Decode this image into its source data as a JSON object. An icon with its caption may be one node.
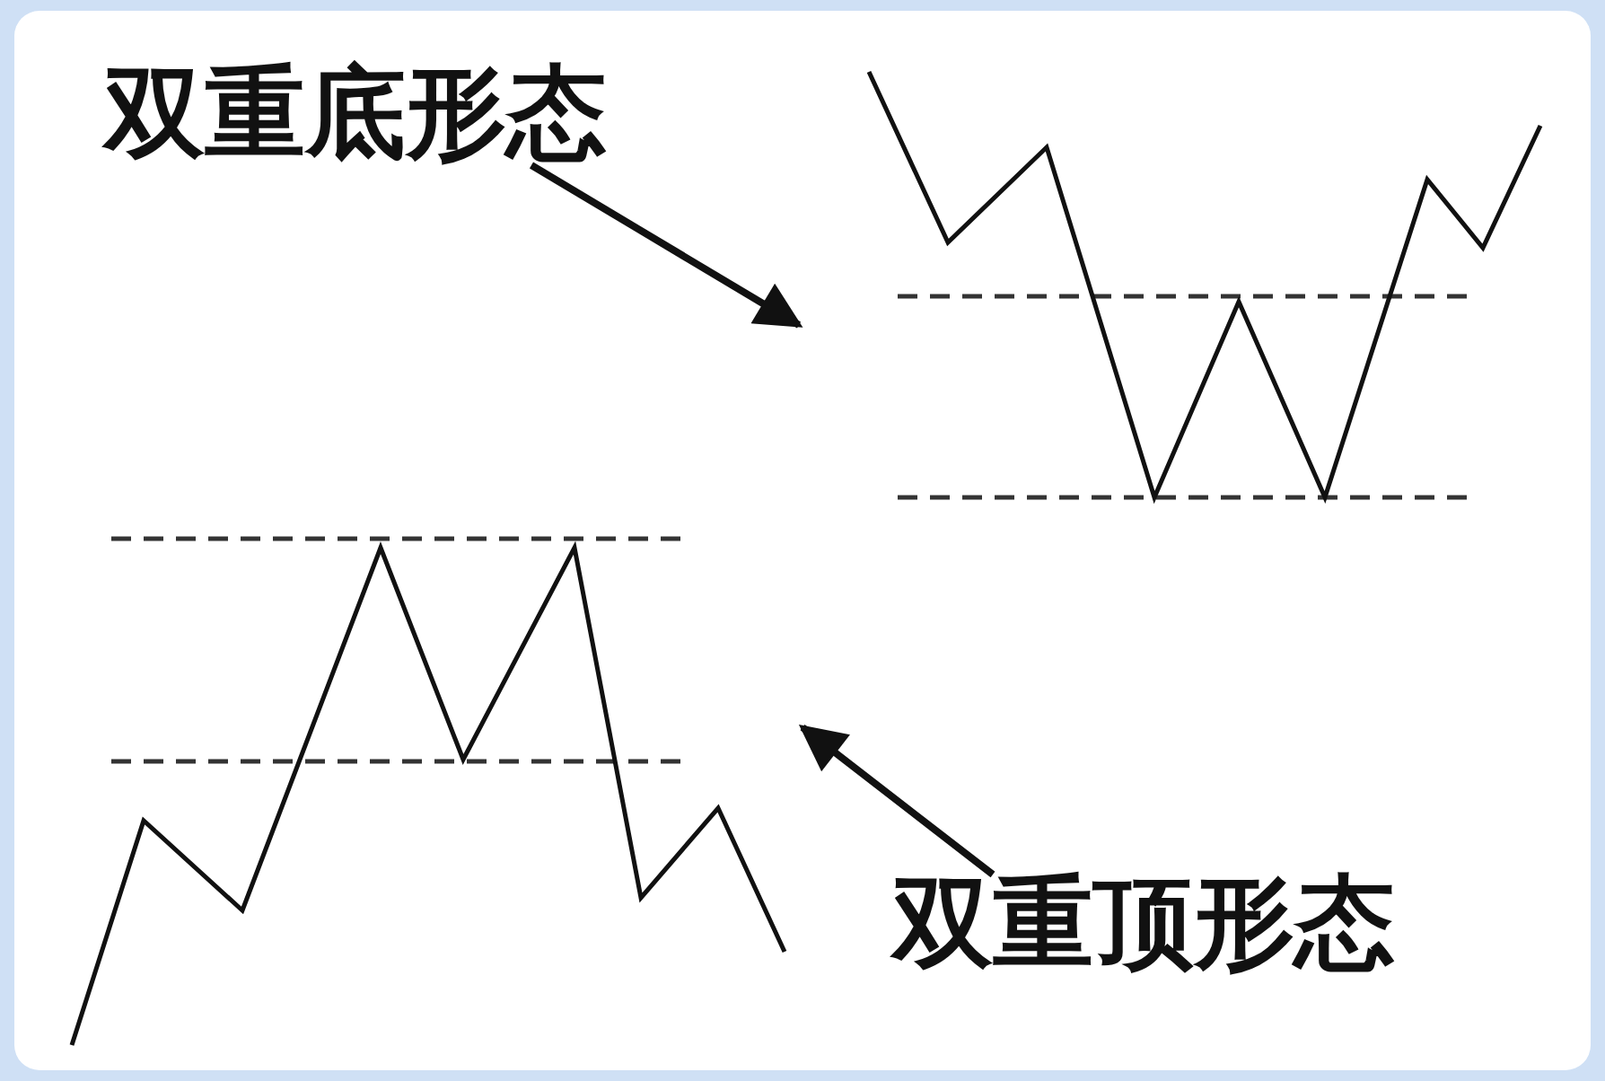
{
  "diagram": {
    "nodes": [
      {
        "text": [
          "双重底形态"
        ]
      },
      {
        "text": [],
        "shape": "picture"
      },
      {
        "text": [
          "双重顶形态"
        ]
      },
      {
        "text": [],
        "shape": "picture"
      }
    ],
    "edges": [
      {
        "from": 0,
        "to": 1,
        "arrow": "to"
      },
      {
        "from": 2,
        "to": 3,
        "arrow": "to"
      }
    ]
  }
}
